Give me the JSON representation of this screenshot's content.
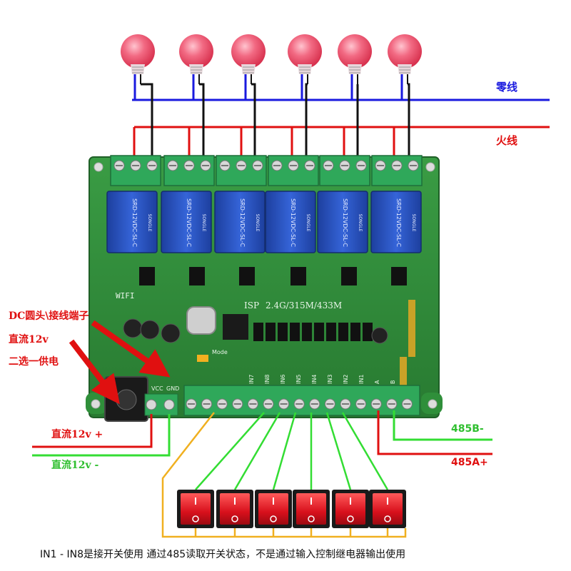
{
  "labels": {
    "neutral_line": "零线",
    "live_line": "火线",
    "power_select_1": "DC圆头\\接线端子",
    "power_select_2": "直流12v",
    "power_select_3": "二选一供电",
    "dc_plus": "直流12v +",
    "dc_minus": "直流12v -",
    "rs485_b": "485B-",
    "rs485_a": "485A+",
    "caption": "IN1 - IN8是接开关使用  通过485读取开关状态，不是通过输入控制继电器输出使用"
  },
  "board_text": {
    "isp": "ISP",
    "wifi": "WIFI",
    "rf": "2.4G/315M/433M",
    "mode": "Mode",
    "vcc": "VCC",
    "gnd": "GND",
    "relay_model": "SRD-12VDC-SL-C",
    "relay_brand": "SONGLE",
    "inputs": [
      "IN7",
      "IN8",
      "IN6",
      "IN5",
      "IN4",
      "IN3",
      "IN2",
      "IN1",
      "A",
      "B"
    ]
  },
  "colors": {
    "neutral_wire": "#1a1adf",
    "live_wire": "#e01010",
    "pcb": "#2f8f3a",
    "relay": "#2a55c9",
    "terminal": "#2fa85a",
    "switch": "#e0202a",
    "switch_wire_green": "#33dd33",
    "switch_wire_yellow": "#f0b020",
    "bulb": "#f05a72",
    "arrow": "#e01010"
  },
  "counts": {
    "bulbs": 6,
    "relays": 6,
    "switches": 6
  }
}
